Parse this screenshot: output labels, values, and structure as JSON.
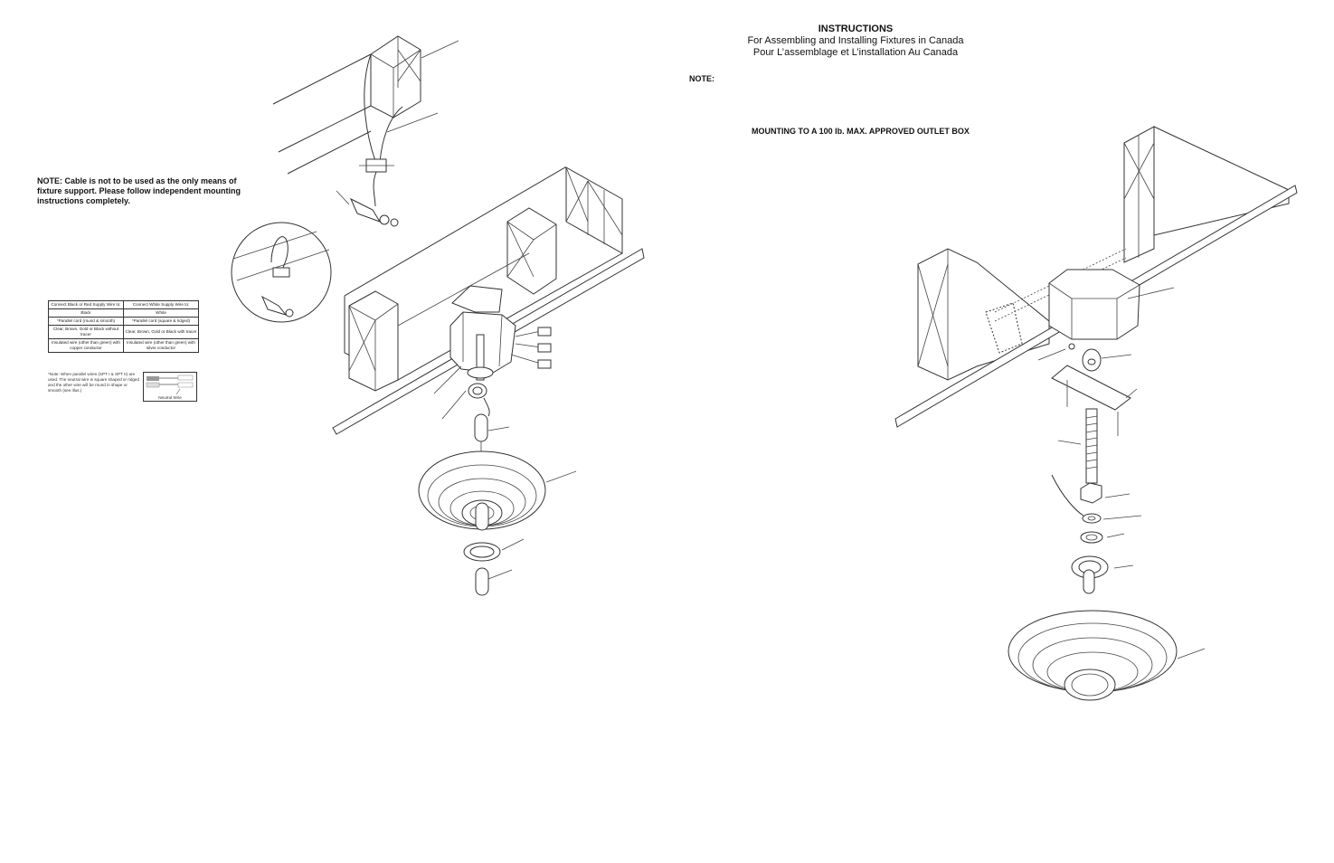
{
  "header": {
    "title": "INSTRUCTIONS",
    "subtitle_en": "For Assembling and Installing Fixtures in Canada",
    "subtitle_fr": "Pour L’assemblage et L’installation Au Canada"
  },
  "note_label": "NOTE:",
  "mounting_heading": "MOUNTING TO A 100 lb. MAX. APPROVED OUTLET BOX",
  "cable_note": "NOTE: Cable is not to be used as the only means of fixture support. Please follow independent mounting instructions completely.",
  "wiring_table": {
    "headers": [
      "Connect Black or Red Supply Wire to:",
      "Connect White Supply Wire to:"
    ],
    "rows": [
      [
        "Black",
        "White"
      ],
      [
        "*Parallel cord (round & smooth)",
        "*Parallel cord (square & ridged)"
      ],
      [
        "Clear, Brown, Gold or Black without tracer",
        "Clear, Brown, Gold or Black with tracer"
      ],
      [
        "Insulated wire (other than green) with copper conductor",
        "Insulated wire (other than green) with silver conductor"
      ]
    ],
    "footnote": "*Note: When parallel wires (SPT I & SPT II) are used. The neutral wire is square shaped or ridged and the other wire will be round in shape or smooth (see illus.)",
    "neutral_label": "Neutral Wire"
  }
}
